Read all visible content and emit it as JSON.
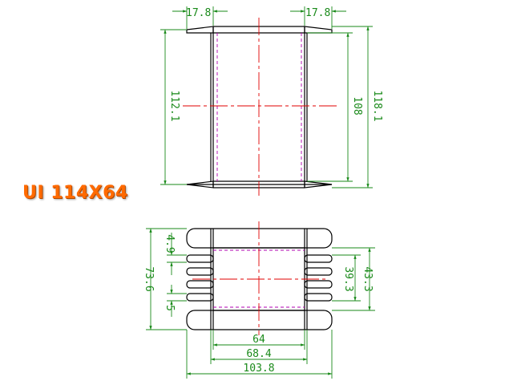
{
  "title": "UI 114X64",
  "dimensions": {
    "top_left_width": "17.8",
    "top_right_width": "17.8",
    "front_height_inner": "112.1",
    "front_height_window": "108",
    "front_height_overall": "118.1",
    "pin_pitch": "4.9",
    "side_height_overall": "73.6",
    "pin_width": "5",
    "side_height_window": "39.3",
    "side_height_flange": "43.3",
    "base_width_window": "64",
    "base_width_core": "68.4",
    "base_width_overall": "103.8"
  },
  "colors": {
    "outline": "#000000",
    "dimension": "#1a8a1a",
    "centerline": "#e00000",
    "hidden": "#b000b0",
    "title": "#ff6a00"
  }
}
